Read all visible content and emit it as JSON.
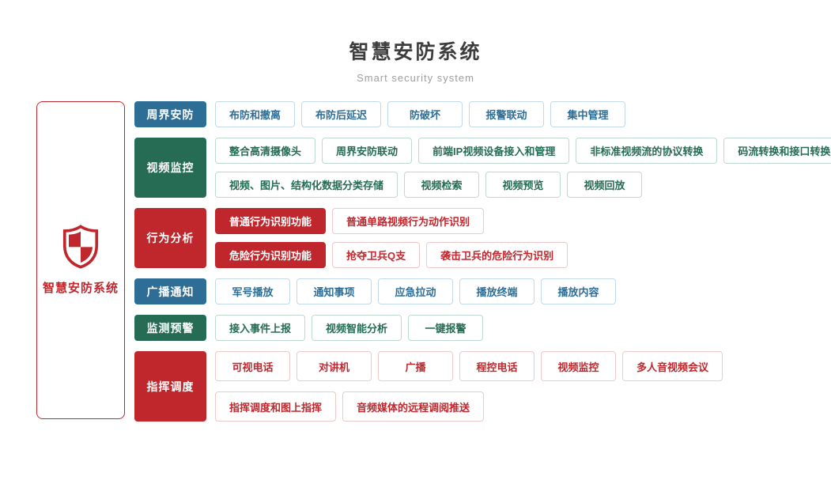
{
  "header": {
    "title": "智慧安防系统",
    "subtitle": "Smart security system"
  },
  "root": {
    "label": "智慧安防系统",
    "icon": "shield-check-icon"
  },
  "colors": {
    "blue": "#2e6e96",
    "green": "#266b53",
    "red": "#c0272d",
    "blue_border": "#c3d9e7",
    "green_border": "#bfd9d0",
    "red_border": "#edc9ca"
  },
  "rows": [
    {
      "label": "周界安防",
      "color": "blue",
      "lines": [
        [
          {
            "label": "布防和撤离"
          },
          {
            "label": "布防后延迟"
          },
          {
            "label": "防破坏"
          },
          {
            "label": "报警联动"
          },
          {
            "label": "集中管理"
          }
        ]
      ]
    },
    {
      "label": "视频监控",
      "color": "green",
      "lines": [
        [
          {
            "label": "整合高清摄像头"
          },
          {
            "label": "周界安防联动"
          },
          {
            "label": "前端IP视频设备接入和管理"
          },
          {
            "label": "非标准视频流的协议转换"
          },
          {
            "label": "码流转换和接口转换"
          }
        ],
        [
          {
            "label": "视频、图片、结构化数据分类存储"
          },
          {
            "label": "视频检索"
          },
          {
            "label": "视频预览"
          },
          {
            "label": "视频回放"
          }
        ]
      ]
    },
    {
      "label": "行为分析",
      "color": "red",
      "lines": [
        [
          {
            "label": "普通行为识别功能",
            "filled": true
          },
          {
            "label": "普通单路视频行为动作识别"
          }
        ],
        [
          {
            "label": "危险行为识别功能",
            "filled": true
          },
          {
            "label": "抢夺卫兵Q支"
          },
          {
            "label": "袭击卫兵的危险行为识别"
          }
        ]
      ]
    },
    {
      "label": "广播通知",
      "color": "blue",
      "lines": [
        [
          {
            "label": "军号播放"
          },
          {
            "label": "通知事项"
          },
          {
            "label": "应急拉动"
          },
          {
            "label": "播放终端"
          },
          {
            "label": "播放内容"
          }
        ]
      ]
    },
    {
      "label": "监测预警",
      "color": "green",
      "lines": [
        [
          {
            "label": "接入事件上报"
          },
          {
            "label": "视频智能分析"
          },
          {
            "label": "一键报警"
          }
        ]
      ]
    },
    {
      "label": "指挥调度",
      "color": "red",
      "lines": [
        [
          {
            "label": "可视电话"
          },
          {
            "label": "对讲机"
          },
          {
            "label": "广播"
          },
          {
            "label": "程控电话"
          },
          {
            "label": "视频监控"
          },
          {
            "label": "多人音视频会议"
          }
        ],
        [
          {
            "label": "指挥调度和图上指挥"
          },
          {
            "label": "音频媒体的远程调阅推送"
          }
        ]
      ]
    }
  ]
}
